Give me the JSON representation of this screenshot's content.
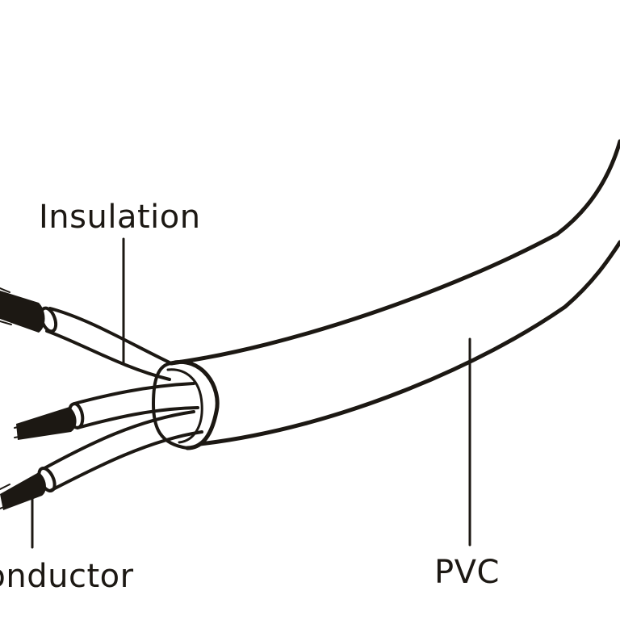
{
  "labels": {
    "insulation": "Insulation",
    "conductor": "Conductor",
    "pvc": "PVC"
  },
  "colors": {
    "ink": "#1c1813",
    "background": "#ffffff"
  }
}
